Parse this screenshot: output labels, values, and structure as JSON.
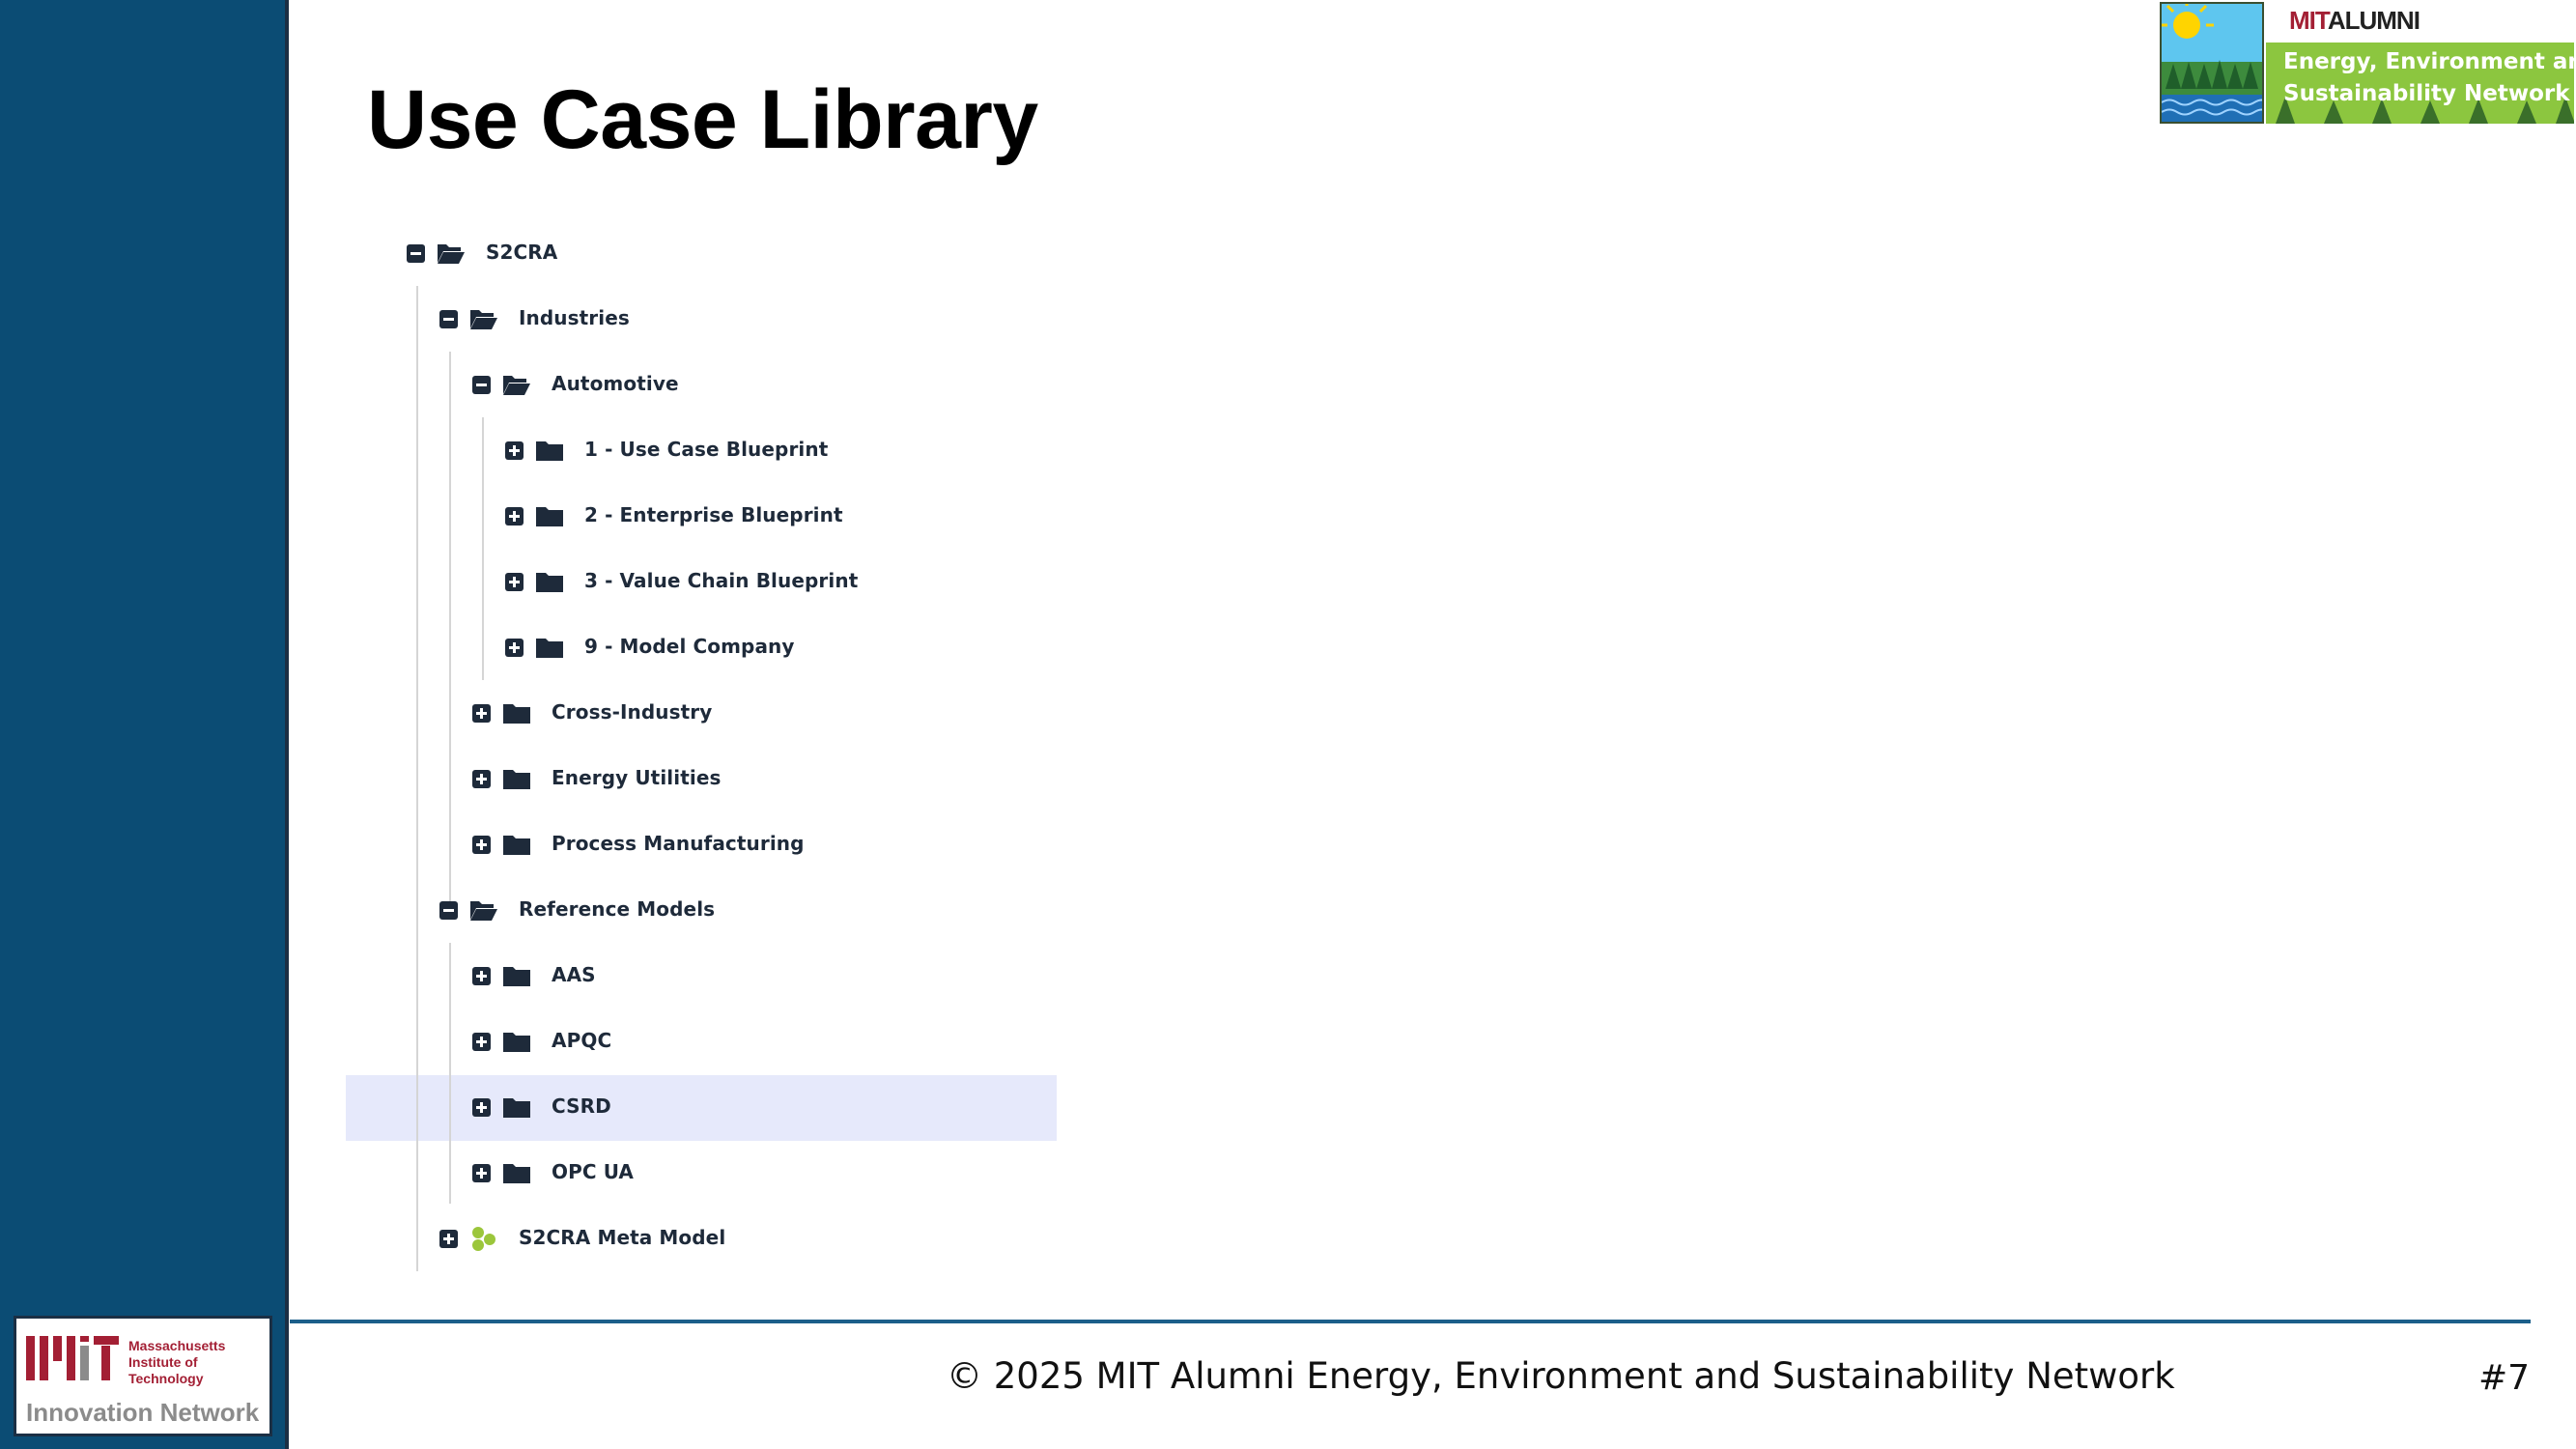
{
  "slide": {
    "title": "Use Case Library",
    "footer": "© 2025 MIT Alumni Energy, Environment and Sustainability Network",
    "slide_number": "#7"
  },
  "branding": {
    "mit": "MIT",
    "alumni": "ALUMNI",
    "network_line1": "Energy, Environment and",
    "network_line2": "Sustainability Network",
    "institute": "Massachusetts\nInstitute of\nTechnology",
    "innovation_network": "Innovation Network"
  },
  "colors": {
    "sidebar": "#0b4c74",
    "highlight_row": "#e6e9fb",
    "footer_rule": "#1c5f8a",
    "mit_red": "#a31f34",
    "network_green": "#8cc63f"
  },
  "tree": [
    {
      "label": "S2CRA",
      "depth": 0,
      "toggle": "collapse",
      "icon": "folder-open-icon"
    },
    {
      "label": "Industries",
      "depth": 1,
      "toggle": "collapse",
      "icon": "folder-open-icon"
    },
    {
      "label": "Automotive",
      "depth": 2,
      "toggle": "collapse",
      "icon": "folder-open-icon"
    },
    {
      "label": "1 - Use Case Blueprint",
      "depth": 3,
      "toggle": "expand",
      "icon": "folder-icon"
    },
    {
      "label": "2 - Enterprise Blueprint",
      "depth": 3,
      "toggle": "expand",
      "icon": "folder-icon"
    },
    {
      "label": "3 - Value Chain Blueprint",
      "depth": 3,
      "toggle": "expand",
      "icon": "folder-icon"
    },
    {
      "label": "9 - Model Company",
      "depth": 3,
      "toggle": "expand",
      "icon": "folder-icon"
    },
    {
      "label": "Cross-Industry",
      "depth": 2,
      "toggle": "expand",
      "icon": "folder-icon"
    },
    {
      "label": "Energy Utilities",
      "depth": 2,
      "toggle": "expand",
      "icon": "folder-icon"
    },
    {
      "label": "Process Manufacturing",
      "depth": 2,
      "toggle": "expand",
      "icon": "folder-icon"
    },
    {
      "label": "Reference Models",
      "depth": 1,
      "toggle": "collapse",
      "icon": "folder-open-icon"
    },
    {
      "label": "AAS",
      "depth": 2,
      "toggle": "expand",
      "icon": "folder-icon"
    },
    {
      "label": "APQC",
      "depth": 2,
      "toggle": "expand",
      "icon": "folder-icon"
    },
    {
      "label": "CSRD",
      "depth": 2,
      "toggle": "expand",
      "icon": "folder-icon",
      "selected": true
    },
    {
      "label": "OPC UA",
      "depth": 2,
      "toggle": "expand",
      "icon": "folder-icon"
    },
    {
      "label": "S2CRA Meta Model",
      "depth": 1,
      "toggle": "expand",
      "icon": "molecule-icon"
    }
  ]
}
